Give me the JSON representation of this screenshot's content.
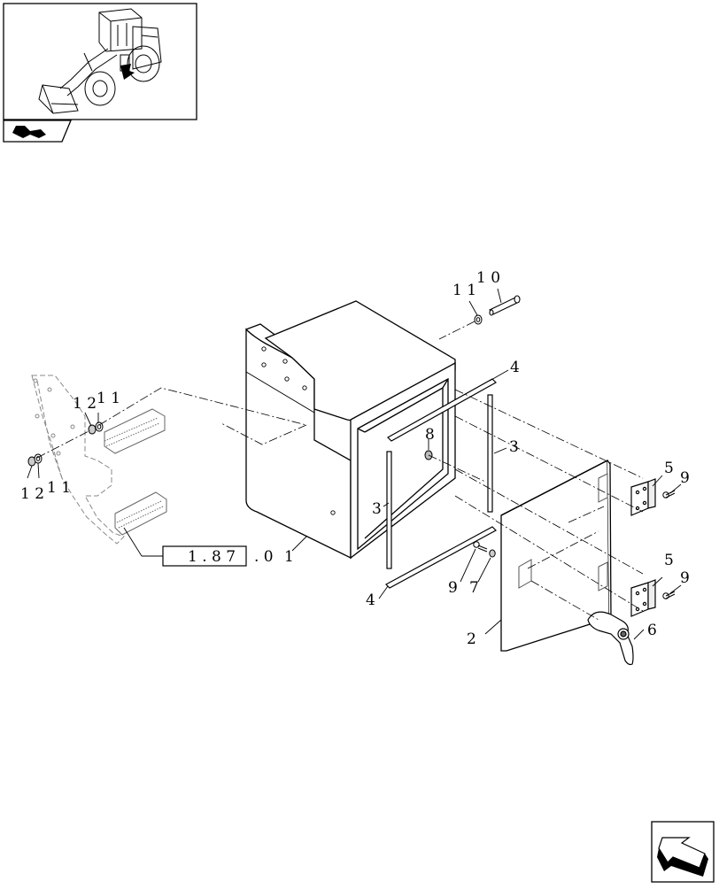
{
  "callouts": {
    "c1": "1",
    "c2": "2",
    "c3a": "3",
    "c3b": "3",
    "c4a": "4",
    "c4b": "4",
    "c5a": "5",
    "c5b": "5",
    "c6": "6",
    "c7": "7",
    "c8": "8",
    "c9a": "9",
    "c9b": "9",
    "c9c": "9",
    "c10": "1 0",
    "c11": "1 1",
    "c11b": "1 1",
    "c11c": "1 1",
    "c12a": "1 2",
    "c12b": "1 2"
  },
  "reference": {
    "box": "1 . 8 7",
    "suffix": ". 0"
  },
  "icons": {
    "thumbnail": "wheel-loader-thumbnail",
    "toc": "parts-list-icon",
    "next": "next-page-arrow-icon"
  }
}
